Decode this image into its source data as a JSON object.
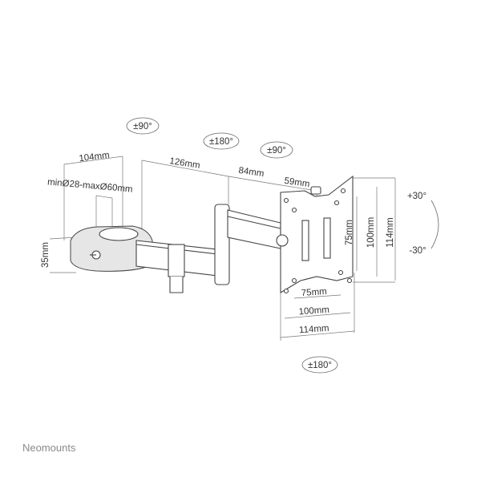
{
  "labels": {
    "rot_clamp": "±90°",
    "rot_joint": "±180°",
    "rot_head": "±90°",
    "dim_104": "104mm",
    "dim_126": "126mm",
    "dim_84": "84mm",
    "dim_59": "59mm",
    "clamp_range": "minØ28-maxØ60mm",
    "dim_35": "35mm",
    "vesa_v_75": "75mm",
    "vesa_v_100": "100mm",
    "vesa_v_114": "114mm",
    "tilt_up": "+30°",
    "tilt_down": "-30°",
    "vesa_h_75": "75mm",
    "vesa_h_100": "100mm",
    "vesa_h_114": "114mm",
    "rot_plate": "±180°"
  },
  "brand": "Neomounts"
}
